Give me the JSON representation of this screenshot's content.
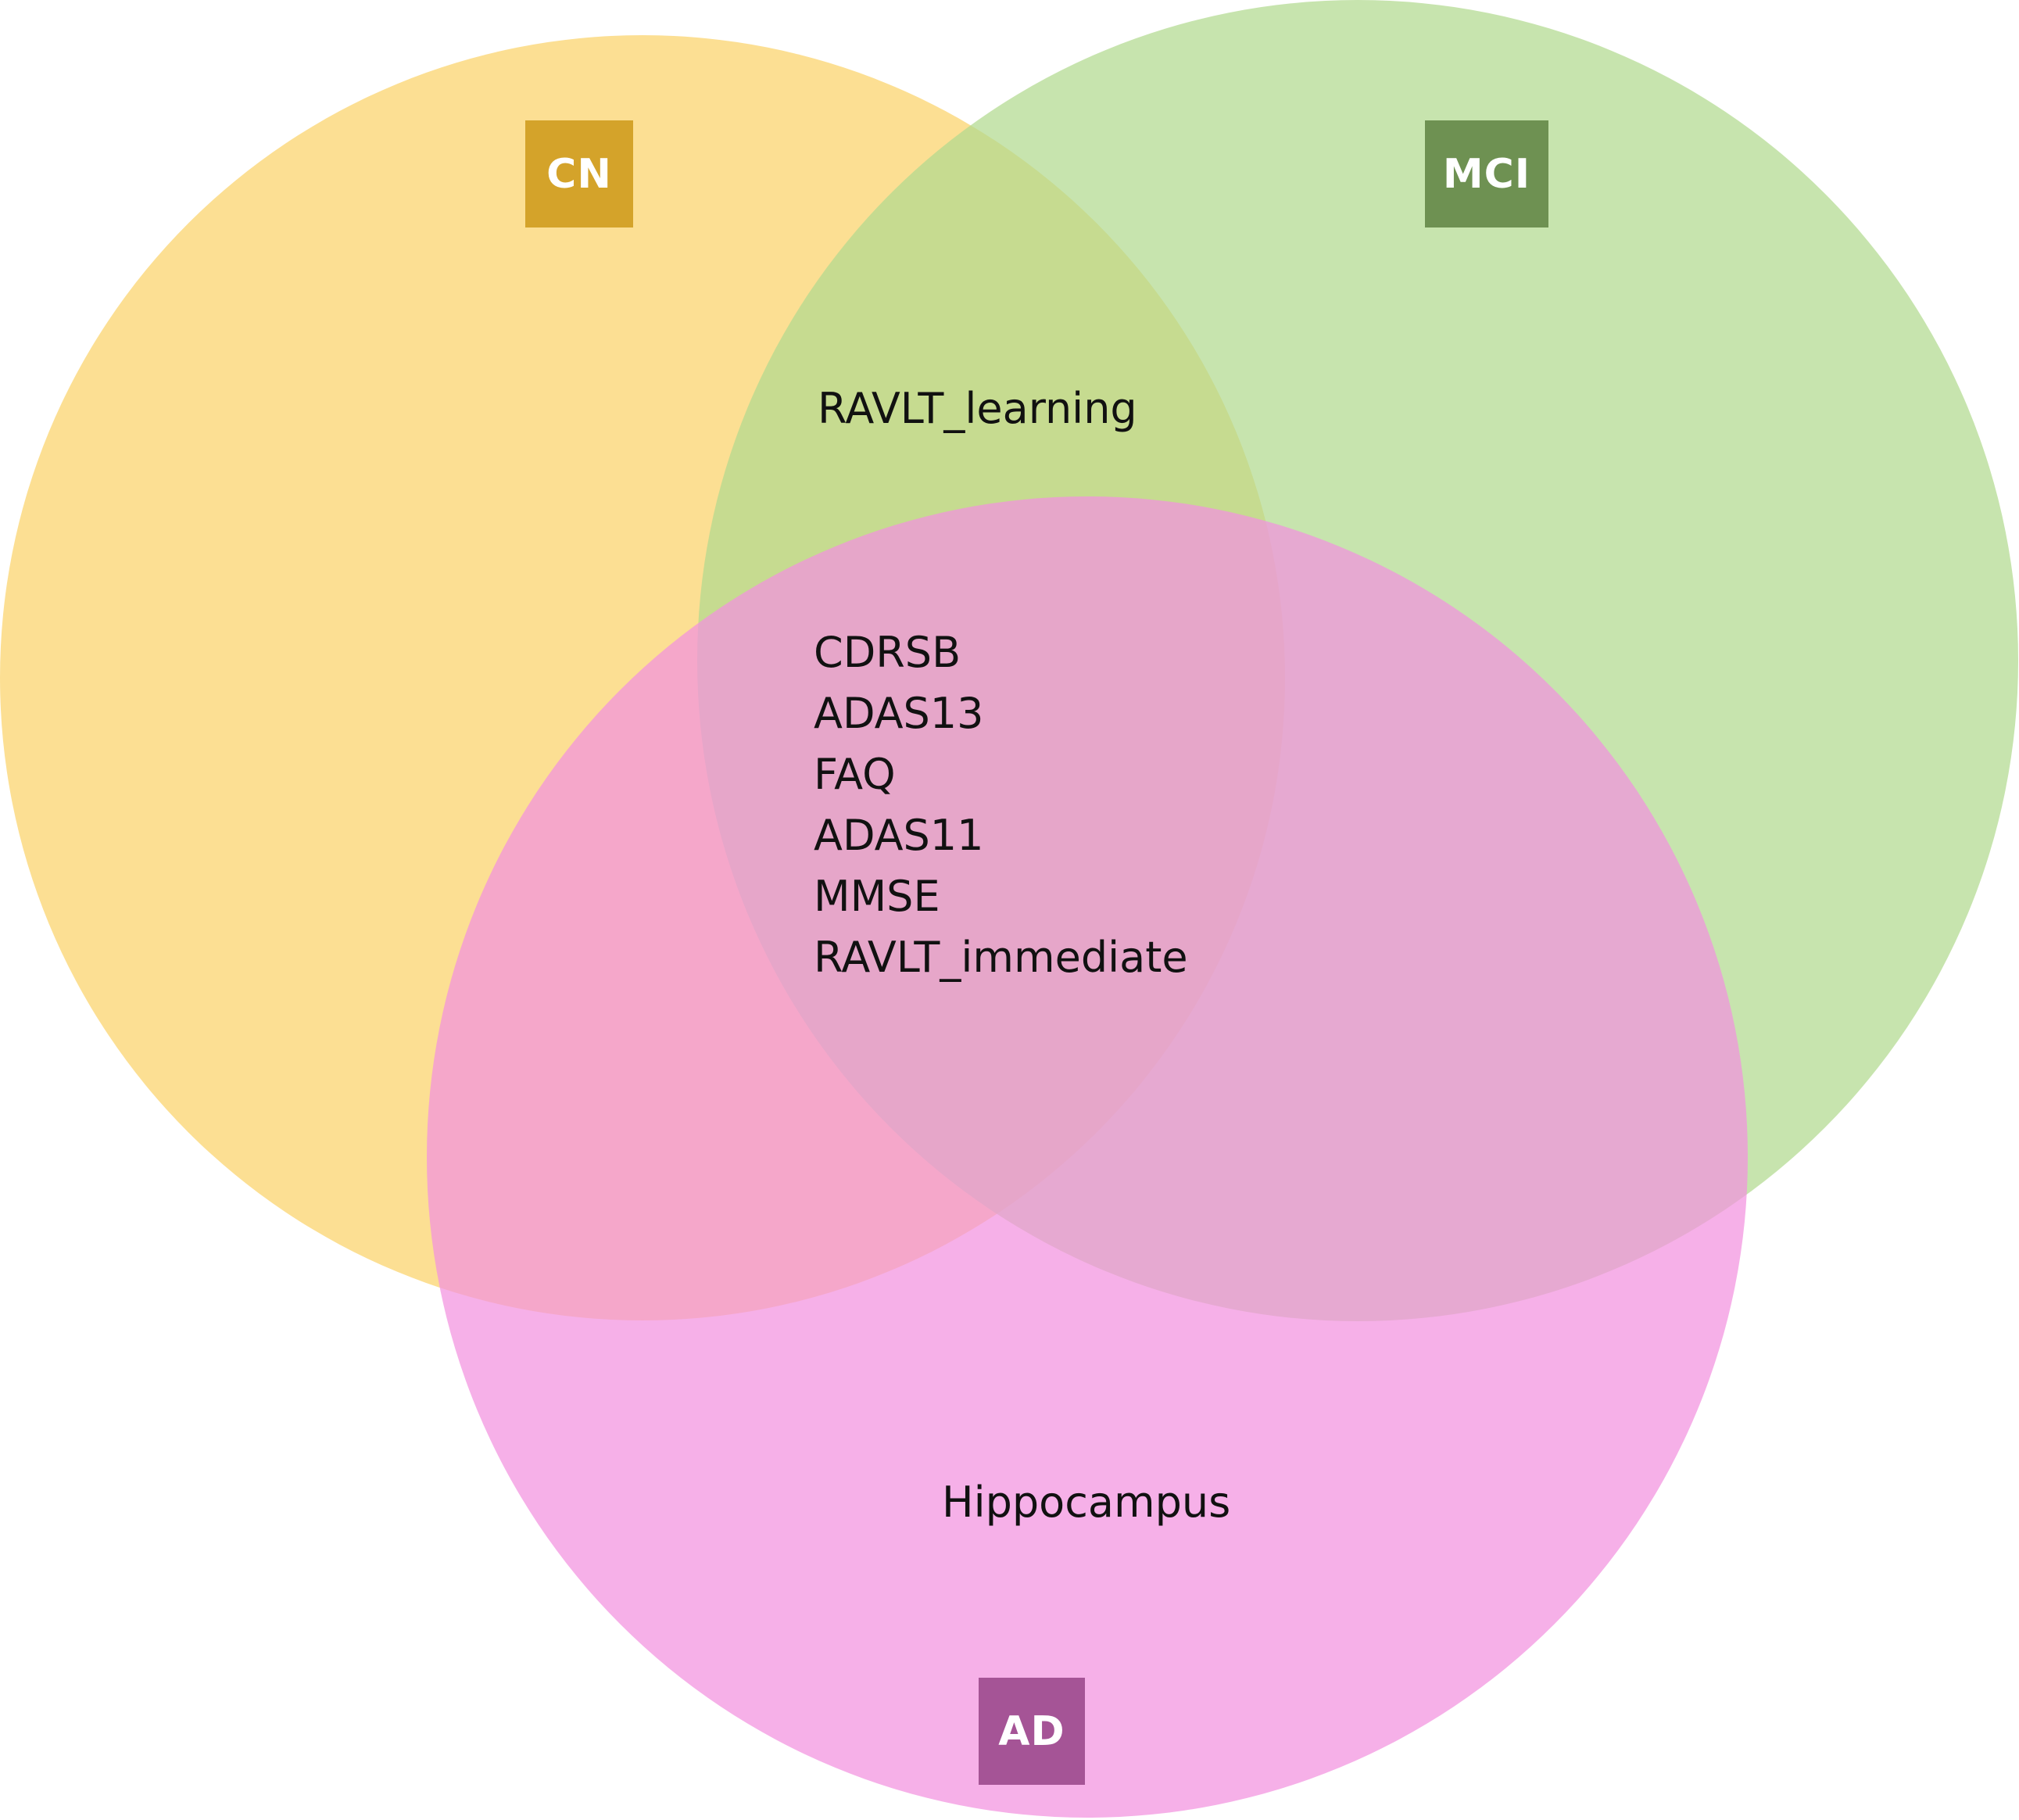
{
  "sets": [
    {
      "key": "cn",
      "label": "CN",
      "fill": "#fbd36a",
      "label_bg": "#d4a32a"
    },
    {
      "key": "mci",
      "label": "MCI",
      "fill": "#b2da8f",
      "label_bg": "#6e9152"
    },
    {
      "key": "ad",
      "label": "AD",
      "fill": "#f291df",
      "label_bg": "#a55496"
    }
  ],
  "regions": {
    "cn_mci": [
      "RAVLT_learning"
    ],
    "cn_mci_ad": [
      "CDRSB",
      "ADAS13",
      "FAQ",
      "ADAS11",
      "MMSE",
      "RAVLT_immediate"
    ],
    "ad_only": [
      "Hippocampus"
    ]
  }
}
